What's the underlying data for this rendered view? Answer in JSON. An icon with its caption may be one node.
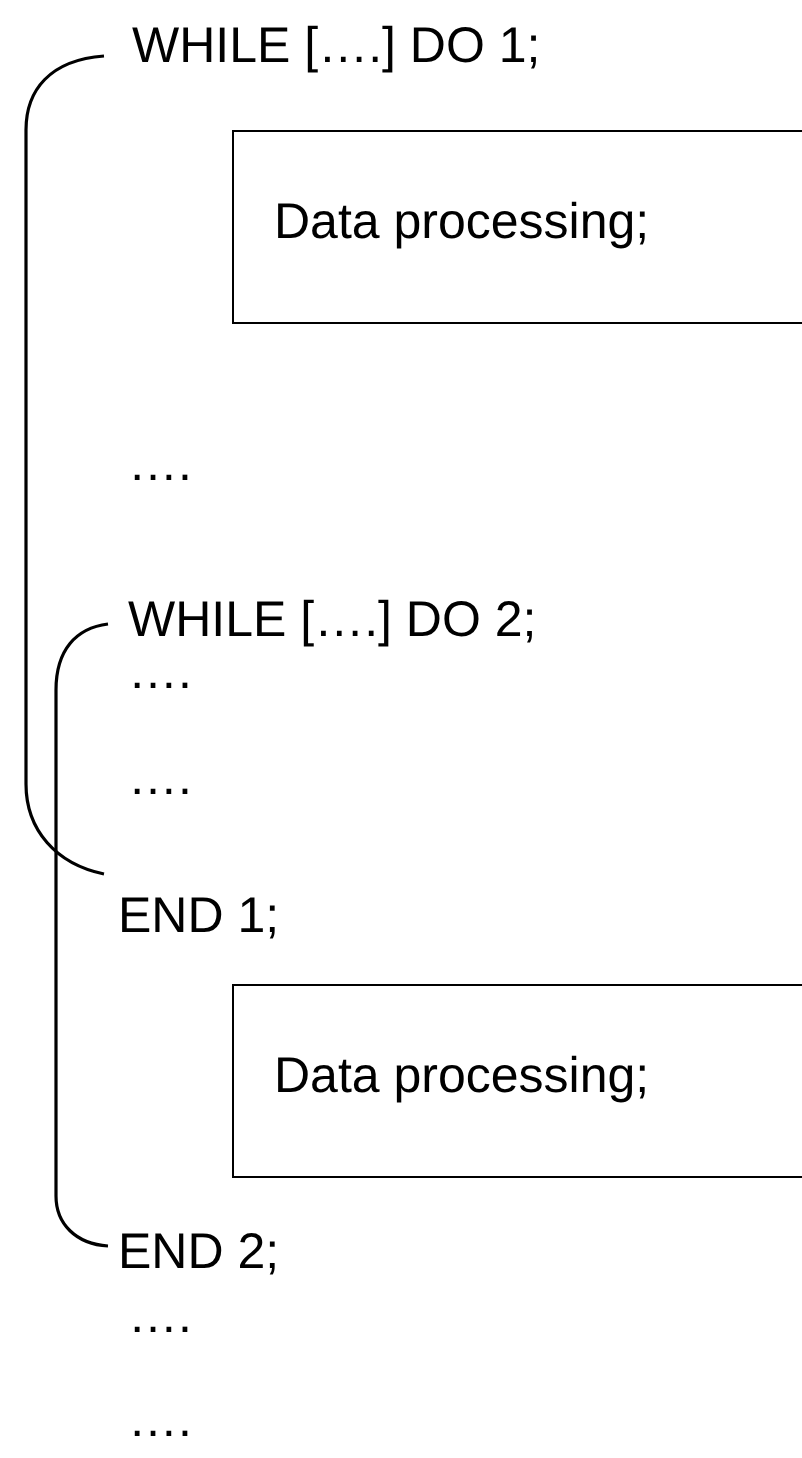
{
  "diagram": {
    "nodes": [
      {
        "text": [
          "Data processing;"
        ]
      },
      {
        "text": [
          "Data processing;"
        ]
      }
    ],
    "labels": [
      "WHILE [….] DO 1;",
      "….",
      "WHILE [….] DO 2;",
      "….",
      "….",
      "END 1;",
      "END 2;",
      "….",
      "…."
    ]
  }
}
